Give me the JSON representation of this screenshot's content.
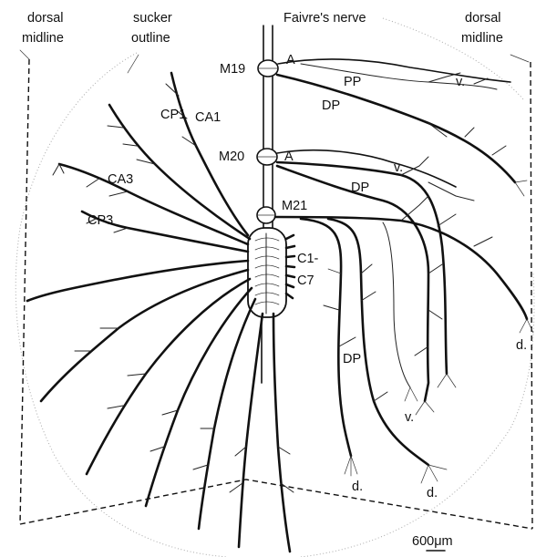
{
  "labels": {
    "dorsal_midline_left": [
      "dorsal",
      "midline"
    ],
    "sucker_outline": [
      "sucker",
      "outline"
    ],
    "faivres_nerve": "Faivre's nerve",
    "dorsal_midline_right": [
      "dorsal",
      "midline"
    ],
    "m19": "M19",
    "m20": "M20",
    "m21": "M21",
    "a1": "A",
    "a2": "A",
    "pp": "PP",
    "dp1": "DP",
    "dp2": "DP",
    "dp3": "DP",
    "v1": "v.",
    "v2": "v.",
    "v3": "v.",
    "d1": "d.",
    "d2": "d.",
    "d3": "d.",
    "cp1": "CP1",
    "ca1": "CA1",
    "ca3": "CA3",
    "cp3": "CP3",
    "c1": "C1-",
    "c7": "C7",
    "scale": "600μm"
  }
}
